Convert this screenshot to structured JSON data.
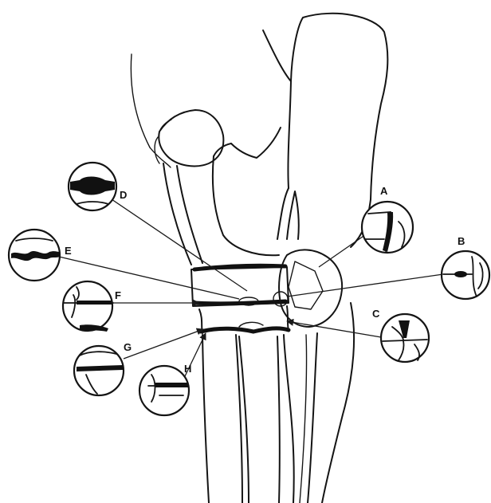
{
  "callouts": [
    {
      "key": "A",
      "label": "A"
    },
    {
      "key": "B",
      "label": "B"
    },
    {
      "key": "C",
      "label": "C"
    },
    {
      "key": "D",
      "label": "D"
    },
    {
      "key": "E",
      "label": "E"
    },
    {
      "key": "F",
      "label": "F"
    },
    {
      "key": "G",
      "label": "G"
    },
    {
      "key": "H",
      "label": "H"
    }
  ]
}
